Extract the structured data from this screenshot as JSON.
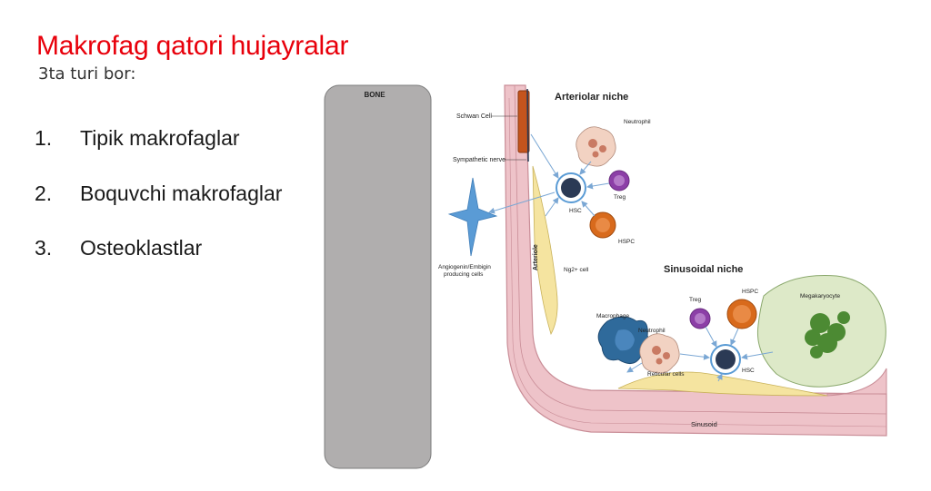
{
  "slide": {
    "title": "Makrofag qatori hujayralar",
    "subtitle": "3ta turi bor:",
    "items": [
      {
        "number": "1.",
        "text": "Tipik makrofaglar"
      },
      {
        "number": "2.",
        "text": "Boquvchi makrofaglar"
      },
      {
        "number": "3.",
        "text": "Osteoklastlar"
      }
    ]
  },
  "figure": {
    "bone": "BONE",
    "arteriolar_niche": "Arteriolar niche",
    "sinusoidal_niche": "Sinusoidal niche",
    "schwann_cell": "Schwan Cell",
    "sympathetic_nerve": "Sympathetic nerve",
    "neutrophil": "Neutrophil",
    "treg": "Treg",
    "hsc": "HSC",
    "hspc": "HSPC",
    "angio_line1": "Angiogenin/Embigin",
    "angio_line2": "producing cells",
    "arteriole": "Arteriole",
    "ng2_cell": "Ng2+ cell",
    "macrophage": "Macrophage",
    "megakaryocyte": "Megakaryocyte",
    "reticular_cells": "Reticular cells",
    "sinusoid": "Sinusoid",
    "colors": {
      "title": "#e8000b",
      "bone": "#b0aeae",
      "vessel": "#eec3c9",
      "reticular": "#f5e4a0",
      "hsc": "#2b3a55",
      "treg": "#8c3fa7",
      "hspc": "#d86a1c",
      "macrophage": "#2f6a9b",
      "megakaryocyte": "#dde9c8"
    }
  }
}
